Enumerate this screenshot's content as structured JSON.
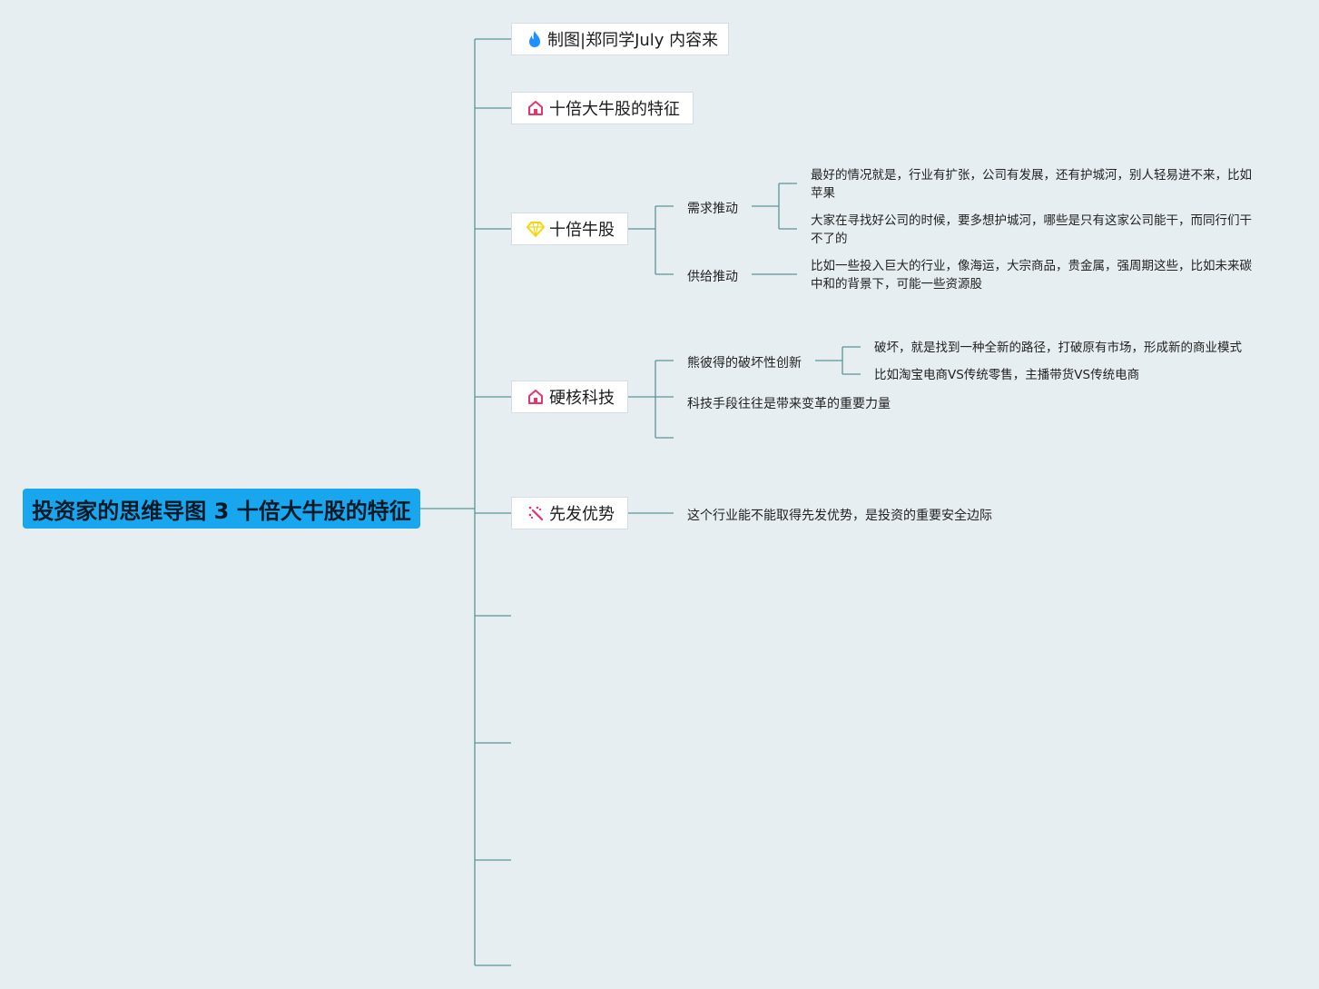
{
  "root": {
    "title": "投资家的思维导图 3 十倍大牛股的特征"
  },
  "topics": [
    {
      "id": "credit",
      "label": "制图|郑同学July 内容来",
      "icon": "fire-icon"
    },
    {
      "id": "features",
      "label": "十倍大牛股的特征",
      "icon": "house-icon"
    },
    {
      "id": "tenbagger",
      "label": "十倍牛股",
      "icon": "diamond-icon",
      "children": [
        {
          "label": "需求推动",
          "leaves": [
            "最好的情况就是，行业有扩张，公司有发展，还有护城河，别人轻易进不来，比如苹果",
            "大家在寻找好公司的时候，要多想护城河，哪些是只有这家公司能干，而同行们干不了的"
          ]
        },
        {
          "label": "供给推动",
          "leaves": [
            "比如一些投入巨大的行业，像海运，大宗商品，贵金属，强周期这些，比如未来碳中和的背景下，可能一些资源股"
          ]
        }
      ]
    },
    {
      "id": "hardtech",
      "label": "硬核科技",
      "icon": "house-icon",
      "children": [
        {
          "label": "熊彼得的破坏性创新",
          "leaves": [
            "破坏，就是找到一种全新的路径，打破原有市场，形成新的商业模式",
            "比如淘宝电商VS传统零售，主播带货VS传统电商"
          ]
        },
        {
          "label": "科技手段往往是带来变革的重要力量",
          "leaves": []
        }
      ]
    },
    {
      "id": "firstmover",
      "label": "先发优势",
      "icon": "magic-wand-icon",
      "children": [
        {
          "label": "这个行业能不能取得先发优势，是投资的重要安全边际",
          "leaves": []
        }
      ]
    }
  ],
  "colors": {
    "background": "#e6eef2",
    "root_fill": "#18a7ee",
    "connector": "#5b9596",
    "fire_icon": "#1e90ff",
    "house_icon": "#e8336b",
    "diamond_icon": "#f6d60a",
    "wand_icon": "#e8336b"
  }
}
